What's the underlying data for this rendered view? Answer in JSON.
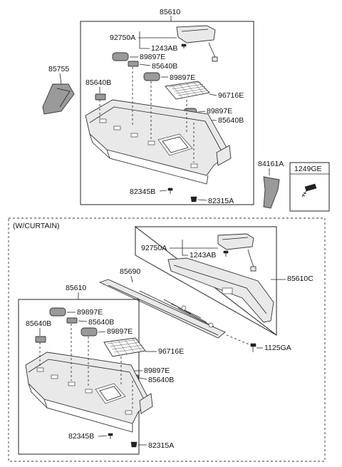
{
  "labels": {
    "top_assembly": "85610",
    "top_light": "92750A",
    "top_screw": "1243AB",
    "top_cap1": "89897E",
    "top_clip1": "85640B",
    "top_cap2": "89897E",
    "top_clip_left": "85640B",
    "top_grille": "96716E",
    "top_cap3": "89897E",
    "top_clip3": "85640B",
    "top_bolt": "82345B",
    "top_clip_bottom": "82315A",
    "side_trim": "85755",
    "side_cover": "84161A",
    "box_fastener": "1249GE",
    "curtain_section": "(W/CURTAIN)",
    "curtain_light": "92750A",
    "curtain_screw": "1243AB",
    "curtain_shelf_cover": "85610C",
    "curtain_blind": "85690",
    "curtain_bolt": "1125GA",
    "inner_assembly": "85610",
    "inner_cap1": "89897E",
    "inner_clip1": "85640B",
    "inner_clip_left": "85640B",
    "inner_cap2": "89897E",
    "inner_grille": "96716E",
    "inner_cap3": "89897E",
    "inner_clip3": "85640B",
    "inner_bolt": "82345B",
    "inner_clip_bottom": "82315A"
  }
}
